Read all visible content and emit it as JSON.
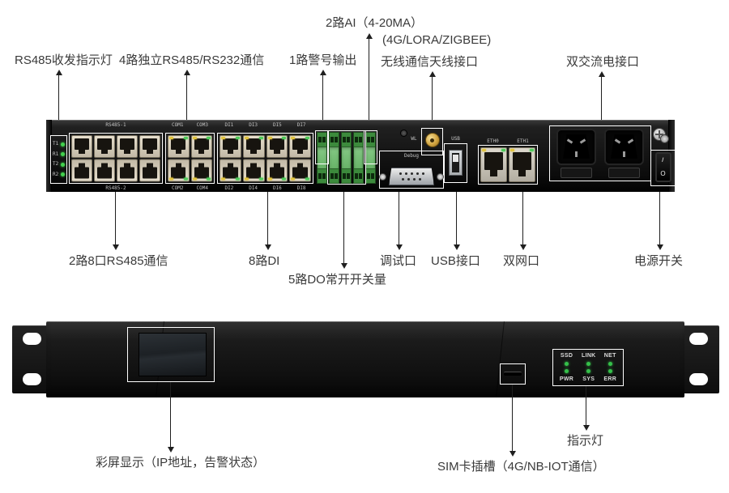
{
  "callouts": {
    "rs485_indicator": "RS485收发指示灯",
    "four_com": "4路独立RS485/RS232通信",
    "alarm_out": "1路警号输出",
    "ai": "2路AI（4-20MA）",
    "wireless_sub": "(4G/LORA/ZIGBEE)",
    "wireless": "无线通信天线接口",
    "dual_ac": "双交流电接口",
    "rs485_2x8": "2路8口RS485通信",
    "di8": "8路DI",
    "do5": "5路DO常开开关量",
    "debug_port": "调试口",
    "usb_port": "USB接口",
    "dual_eth": "双网口",
    "power_switch": "电源开关",
    "screen": "彩屏显示（IP地址，告警状态）",
    "sim": "SIM卡插槽（4G/NB-IOT通信）",
    "indicator": "指示灯"
  },
  "rear": {
    "led_labels": [
      "T1",
      "R1",
      "T2",
      "R2"
    ],
    "rs485_top": "RS485-1",
    "rs485_bottom": "RS485-2",
    "com_top": [
      "COM1",
      "COM3"
    ],
    "com_bottom": [
      "COM2",
      "COM4"
    ],
    "di_top": [
      "DI1",
      "DI3",
      "DI5",
      "DI7"
    ],
    "di_bottom": [
      "DI2",
      "DI4",
      "DI6",
      "DI8"
    ],
    "antenna_label": "WL",
    "debug_label": "Debug",
    "usb_label": "USB",
    "eth_labels": [
      "ETH0",
      "ETH1"
    ],
    "switch_on": "I",
    "switch_off": "O"
  },
  "front": {
    "led_top": [
      "SSD",
      "LINK",
      "NET"
    ],
    "led_bottom": [
      "PWR",
      "SYS",
      "ERR"
    ]
  },
  "colors": {
    "led_green": "#35c04a",
    "terminal_green": "#6dbf6d",
    "port_beige": "#d6cdbd",
    "annotation_outline": "#ffffff",
    "label_text": "#3a3a3a"
  }
}
